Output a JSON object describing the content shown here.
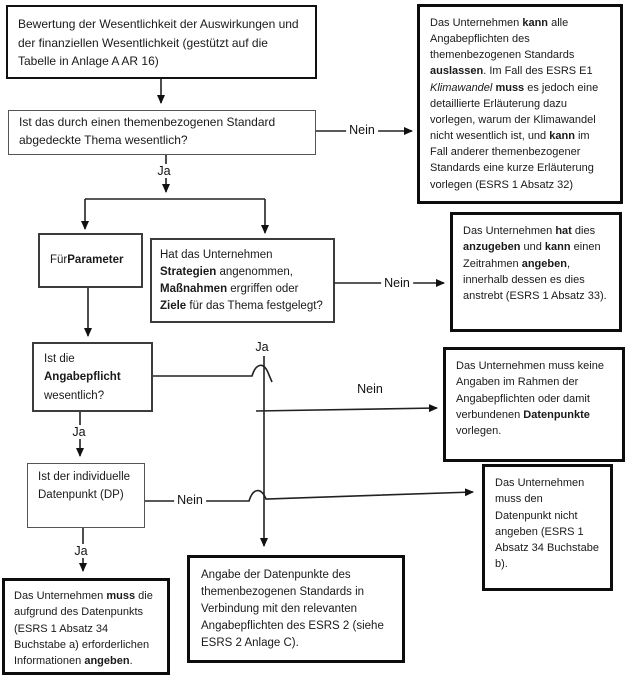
{
  "diagram": {
    "language": "de",
    "edge_labels": {
      "yes": "Ja",
      "no": "Nein"
    },
    "nodes": {
      "assessment": {
        "segments": [
          {
            "t": "Bewertung der Wesentlichkeit der Auswirkungen und der finanziellen Wesentlichkeit (gestützt auf die Tabelle in Anlage A AR 16)"
          }
        ]
      },
      "q_topic_material": {
        "segments": [
          {
            "t": "Ist das durch einen themenbezogenen Standard abgedeckte Thema wesentlich?"
          }
        ]
      },
      "r_omit_standard": {
        "segments": [
          {
            "t": "Das Unternehmen "
          },
          {
            "t": "kann",
            "b": true
          },
          {
            "t": " alle Angabepflichten des themenbezogenen Standards "
          },
          {
            "t": "auslassen",
            "b": true
          },
          {
            "t": ". Im Fall des ESRS E1 "
          },
          {
            "t": "Klimawandel",
            "i": true
          },
          {
            "t": " "
          },
          {
            "t": "muss",
            "b": true
          },
          {
            "t": " es jedoch eine detaillierte Erläuterung dazu vorlegen, warum der Klimawandel nicht wesentlich ist, und "
          },
          {
            "t": "kann",
            "b": true
          },
          {
            "t": " im Fall anderer themenbezogener Standards eine kurze Erläuterung vorlegen (ESRS 1 Absatz 32)"
          }
        ]
      },
      "for_parameters": {
        "segments": [
          {
            "t": "Für "
          },
          {
            "t": "Parameter",
            "b": true
          }
        ]
      },
      "q_policies": {
        "segments": [
          {
            "t": "Hat das Unternehmen "
          },
          {
            "t": "Strategien",
            "b": true
          },
          {
            "t": " angenommen, "
          },
          {
            "t": "Maßnahmen",
            "b": true
          },
          {
            "t": " ergriffen oder "
          },
          {
            "t": "Ziele",
            "b": true
          },
          {
            "t": " für das Thema festgelegt?"
          }
        ]
      },
      "r_state_timeframe": {
        "segments": [
          {
            "t": "Das Unternehmen "
          },
          {
            "t": "hat",
            "b": true
          },
          {
            "t": " dies "
          },
          {
            "t": "anzugeben",
            "b": true
          },
          {
            "t": " und "
          },
          {
            "t": "kann",
            "b": true
          },
          {
            "t": " einen Zeitrahmen "
          },
          {
            "t": "angeben",
            "b": true
          },
          {
            "t": ", innerhalb dessen es dies anstrebt (ESRS 1 Absatz 33)."
          }
        ]
      },
      "q_dr_material": {
        "segments": [
          {
            "t": "Ist die "
          },
          {
            "t": "Angabepflicht",
            "b": true
          },
          {
            "t": " wesentlich?"
          }
        ]
      },
      "r_no_disclosure": {
        "segments": [
          {
            "t": "Das Unternehmen muss keine Angaben im Rahmen der Angabepflichten oder damit verbundenen "
          },
          {
            "t": "Datenpunkte",
            "b": true
          },
          {
            "t": " vorlegen."
          }
        ]
      },
      "q_datapoint": {
        "segments": [
          {
            "t": "Ist der individuelle Datenpunkt (DP)"
          }
        ]
      },
      "r_no_datapoint": {
        "segments": [
          {
            "t": "Das Unternehmen muss den Datenpunkt nicht angeben (ESRS 1 Absatz 34 Buchstabe b)."
          }
        ]
      },
      "r_must_disclose": {
        "segments": [
          {
            "t": "Das Unternehmen "
          },
          {
            "t": "muss",
            "b": true
          },
          {
            "t": " die aufgrund des Datenpunkts (ESRS 1 Absatz 34 Buchstabe a) erforderlichen Informationen "
          },
          {
            "t": "angeben",
            "b": true
          },
          {
            "t": "."
          }
        ]
      },
      "r_esrs2_datapoints": {
        "segments": [
          {
            "t": "Angabe der Datenpunkte des themenbezogenen Standards in Verbindung mit den relevanten Angabepflichten des ESRS 2 (siehe ESRS 2 Anlage C)."
          }
        ]
      }
    }
  }
}
